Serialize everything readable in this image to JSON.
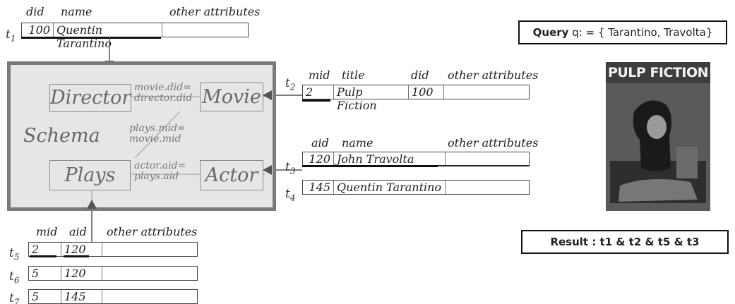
{
  "query": {
    "label": "Query",
    "text": "q: = { Tarantino, Travolta}"
  },
  "result": {
    "label": "Result : t1 & t2 & t5 & t3"
  },
  "poster": {
    "title": "PULP FICTION"
  },
  "schema": {
    "label": "Schema",
    "entities": {
      "director": "Director",
      "movie": "Movie",
      "plays": "Plays",
      "actor": "Actor"
    },
    "joins": {
      "movie_director": [
        "movie.did=",
        "director.did"
      ],
      "plays_movie": [
        "plays.mid=",
        "movie.mid"
      ],
      "actor_plays": [
        "actor.aid=",
        "plays.aid"
      ]
    }
  },
  "director_table": {
    "headers": [
      "did",
      "name",
      "other attributes"
    ],
    "rows": [
      {
        "tuple": "t",
        "sub": "1",
        "values": [
          "100",
          "Quentin Tarantino",
          ""
        ]
      }
    ]
  },
  "movie_table": {
    "headers": [
      "mid",
      "title",
      "did",
      "other attributes"
    ],
    "rows": [
      {
        "tuple": "t",
        "sub": "2",
        "values": [
          "2",
          "Pulp Fiction",
          "100",
          ""
        ]
      }
    ]
  },
  "actor_table": {
    "headers": [
      "aid",
      "name",
      "other attributes"
    ],
    "rows": [
      {
        "tuple": "t",
        "sub": "3",
        "values": [
          "120",
          "John Travolta",
          ""
        ]
      },
      {
        "tuple": "t",
        "sub": "4",
        "values": [
          "145",
          "Quentin Tarantino",
          ""
        ]
      }
    ]
  },
  "plays_table": {
    "headers": [
      "mid",
      "aid",
      "other attributes"
    ],
    "rows": [
      {
        "tuple": "t",
        "sub": "5",
        "values": [
          "2",
          "120",
          ""
        ]
      },
      {
        "tuple": "t",
        "sub": "6",
        "values": [
          "5",
          "120",
          ""
        ]
      },
      {
        "tuple": "t",
        "sub": "7",
        "values": [
          "5",
          "145",
          ""
        ]
      }
    ]
  }
}
